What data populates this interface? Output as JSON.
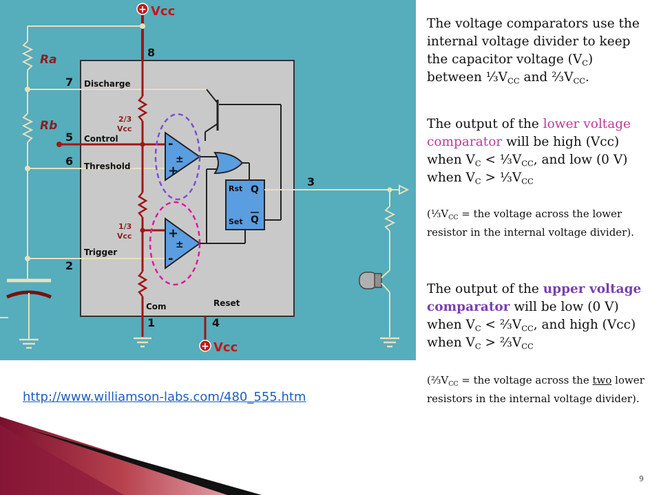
{
  "diagram": {
    "vcc_top": "Vcc",
    "vcc_bottom": "Vcc",
    "resistor_a": "Ra",
    "resistor_b": "Rb",
    "pins": {
      "discharge": {
        "num": "7",
        "label": "Discharge"
      },
      "control": {
        "num": "5",
        "label": "Control"
      },
      "threshold": {
        "num": "6",
        "label": "Threshold"
      },
      "trigger": {
        "num": "2",
        "label": "Trigger"
      },
      "vcc": {
        "num": "8"
      },
      "output": {
        "num": "3"
      },
      "ground": {
        "num": "1",
        "label": "Com"
      },
      "reset": {
        "num": "4",
        "label": "Reset"
      }
    },
    "upper_ref": [
      "2/3",
      "Vcc"
    ],
    "lower_ref": [
      "1/3",
      "Vcc"
    ],
    "flipflop": {
      "rst": "Rst",
      "set": "Set",
      "q": "Q",
      "qbar": "Q"
    }
  },
  "text": {
    "p1": {
      "a": "The voltage comparators use the internal voltage divider to keep the capacitor voltage (V",
      "a_sub": "C",
      "b": ") between ⅓V",
      "b_sub": "CC",
      "c": " and ⅔V",
      "c_sub": "CC",
      "d": "."
    },
    "p2": {
      "a": "The output of the ",
      "highlight": "lower voltage comparator",
      "b": " will be high (Vcc) when V",
      "b_sub": "C",
      "c": " < ⅓V",
      "c_sub": "CC",
      "d": ", and low (0 V) when V",
      "d_sub": "C",
      "e": " > ⅓V",
      "e_sub": "CC"
    },
    "note1": {
      "a": "(⅓V",
      "a_sub": "CC",
      "b": " = the voltage across the lower resistor in the internal voltage divider)."
    },
    "p3": {
      "a": "The output of the ",
      "highlight": "upper voltage comparator",
      "b": " will be low (0 V) when V",
      "b_sub": "C",
      "c": " < ⅔V",
      "c_sub": "CC",
      "d": ", and high (Vcc) when V",
      "d_sub": "C",
      "e": " > ⅔V",
      "e_sub": "CC"
    },
    "note2": {
      "a": "(⅔V",
      "a_sub": "CC",
      "b": " = the voltage across the ",
      "ul": "two",
      "c": " lower resistors in the internal voltage divider)."
    }
  },
  "link": "http://www.williamson-labs.com/480_555.htm",
  "page_number": "9",
  "colors": {
    "background": "#56adbb",
    "chip": "#c9c9c9",
    "wire_red": "#a11616",
    "upper_ellipse": "#7b4fd0",
    "lower_ellipse": "#e0199a"
  }
}
